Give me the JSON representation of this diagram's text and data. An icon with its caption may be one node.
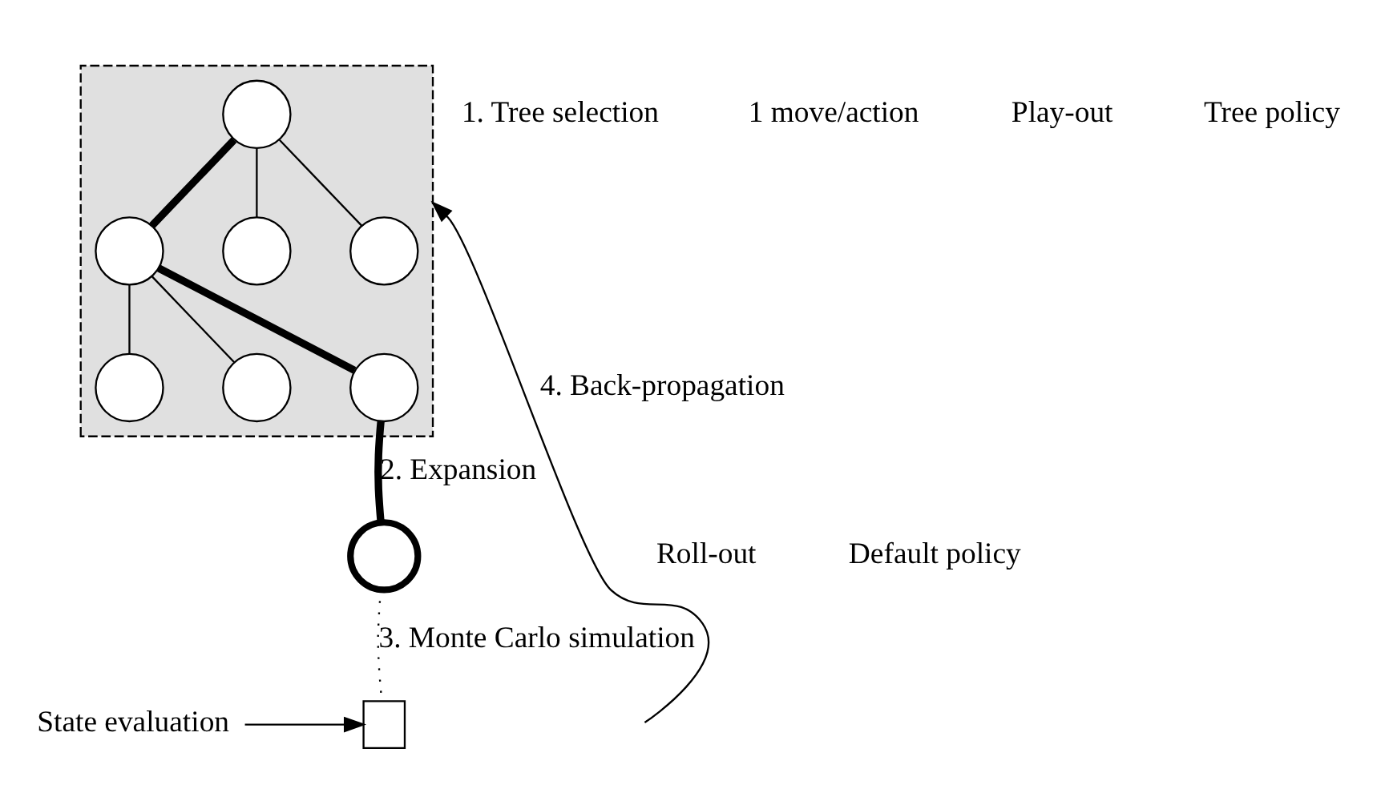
{
  "diagram": {
    "nodes": [
      {
        "text": [],
        "shape": "triangle"
      },
      {
        "text": [],
        "shape": "circle",
        "in": 0
      },
      {
        "text": [],
        "shape": "circle",
        "in": 0
      },
      {
        "text": [],
        "shape": "circle",
        "in": 0
      },
      {
        "text": [],
        "shape": "circle",
        "in": 0
      },
      {
        "text": [],
        "shape": "circle",
        "in": 0
      },
      {
        "text": [],
        "shape": "circle",
        "in": 0
      },
      {
        "text": [],
        "shape": "circle",
        "in": 0
      },
      {
        "text": [],
        "shape": "circle"
      },
      {
        "text": [],
        "shape": "box"
      },
      {
        "text": [
          "State evaluation"
        ]
      }
    ],
    "edges": [
      {
        "from": 1,
        "to": 2,
        "arrow": "none",
        "style": "thick"
      },
      {
        "from": 1,
        "to": 3,
        "arrow": "none"
      },
      {
        "from": 1,
        "to": 4,
        "arrow": "none"
      },
      {
        "from": 2,
        "to": 5,
        "arrow": "none"
      },
      {
        "from": 2,
        "to": 6,
        "arrow": "none"
      },
      {
        "from": 2,
        "to": 7,
        "arrow": "none",
        "style": "thick"
      },
      {
        "from": 7,
        "to": 8,
        "arrow": "none",
        "style": "thick",
        "label": "2. Expansion"
      },
      {
        "from": 8,
        "to": 9,
        "arrow": "none",
        "style": "dashed",
        "label": "3. Monte Carlo simulation"
      },
      {
        "from": 10,
        "to": 9,
        "arrow": "to"
      },
      {
        "from": null,
        "to": 0,
        "arrow": "to",
        "label": "4. Back-propagation"
      }
    ],
    "labels": [
      "1. Tree selection",
      "1 move/action",
      "Play-out",
      "Tree policy",
      "Roll-out",
      "Default policy"
    ]
  }
}
